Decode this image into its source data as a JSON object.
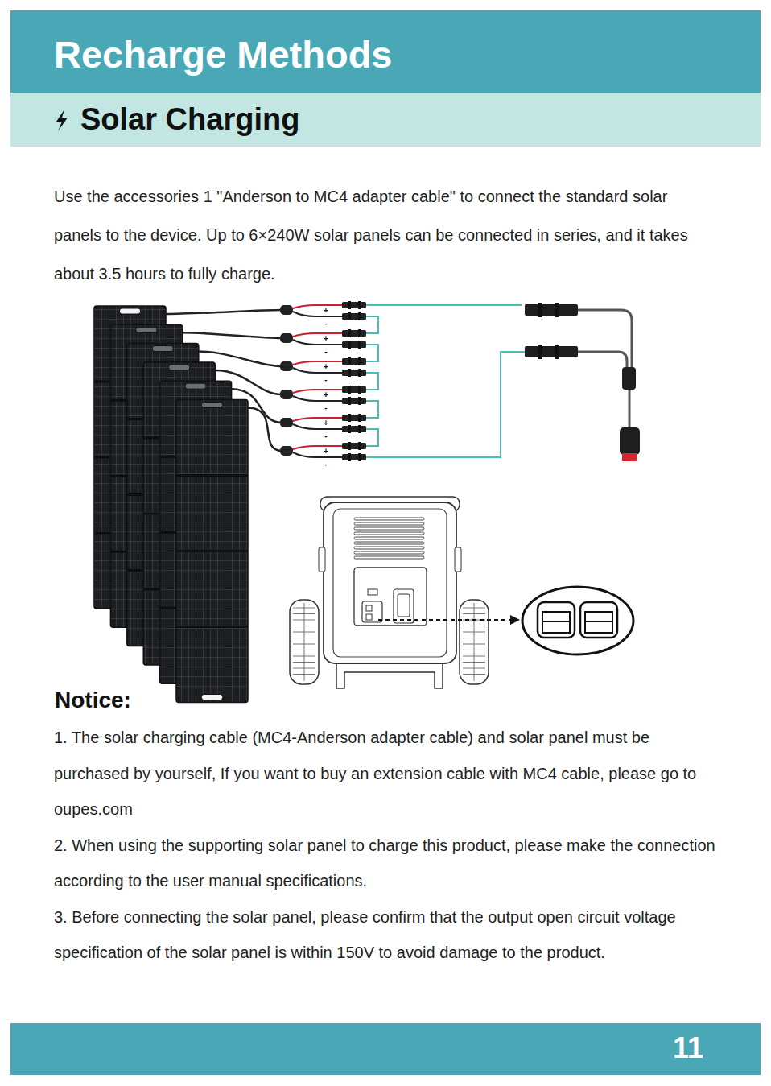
{
  "diagram": {
    "title": "Recharge Methods",
    "labels": [
      "Solar Charging",
      "Use the accessories 1 \"Anderson to MC4 adapter cable\" to connect the standard solar panels to the device. Up to 6×240W solar panels can be connected in series, and it takes about 3.5 hours to fully charge.",
      "+",
      "-",
      "+",
      "-",
      "+",
      "-",
      "+",
      "-",
      "+",
      "-",
      "+",
      "-",
      "Notice:",
      "1. The solar charging cable (MC4-Anderson adapter cable) and solar panel must be purchased by yourself, If you want to buy an extension cable with MC4 cable, please go to oupes.com",
      "2. When using the supporting solar panel to charge this product, please make the connection according to the user manual specifications.",
      "3. Before connecting the solar panel, please confirm that the output open circuit voltage specification of the solar panel is within 150V to avoid damage to the product.",
      "11"
    ]
  }
}
